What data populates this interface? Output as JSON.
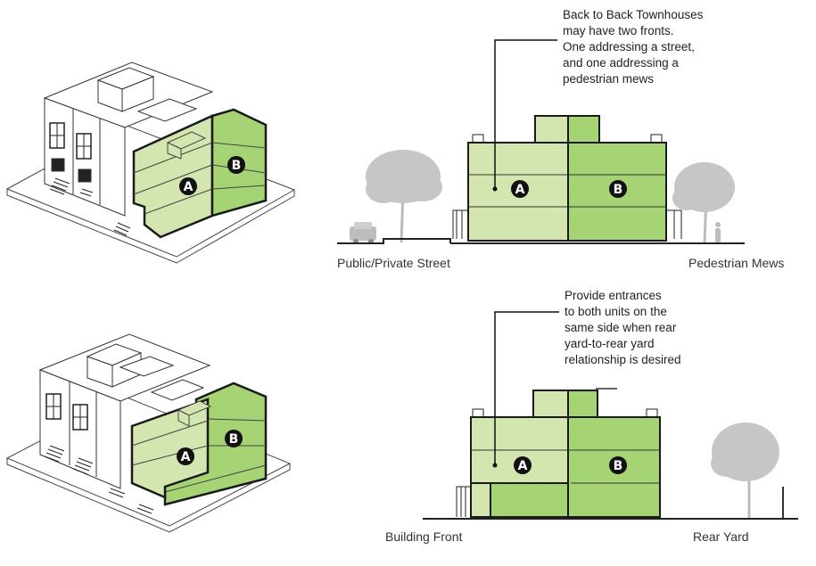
{
  "annotations": {
    "top": {
      "lines": [
        "Back to Back Townhouses",
        "may have two fronts.",
        "One  addressing a street,",
        "and one addressing a",
        "pedestrian mews"
      ]
    },
    "bottom": {
      "lines": [
        "Provide entrances",
        "to both units on the",
        "same side when rear",
        "yard-to-rear yard",
        "relationship is desired"
      ]
    }
  },
  "captions": {
    "top_left": "Public/Private Street",
    "top_right": "Pedestrian Mews",
    "bottom_left": "Building Front",
    "bottom_right": "Rear Yard"
  },
  "units": {
    "a": "A",
    "b": "B"
  },
  "colors": {
    "unit_a": "#d4e6b0",
    "unit_b": "#a6d475",
    "outline": "#1a1a1a",
    "tree": "#c4c4c4"
  }
}
